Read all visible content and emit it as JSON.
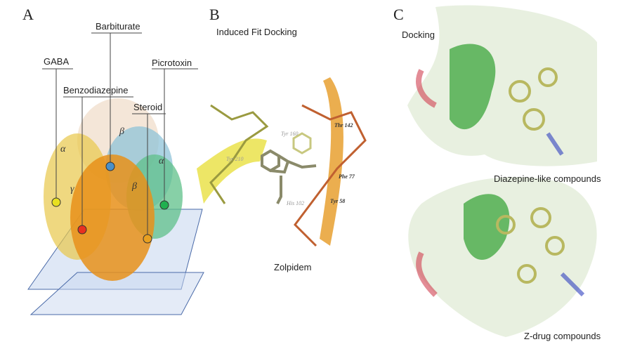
{
  "panels": {
    "a": {
      "letter": "A",
      "sites": [
        "Barbiturate",
        "GABA",
        "Picrotoxin",
        "Benzodiazepine",
        "Steroid"
      ],
      "subunits": [
        "α",
        "β",
        "γ",
        "β",
        "α"
      ]
    },
    "b": {
      "letter": "B",
      "title": "Induced Fit Docking",
      "caption": "Zolpidem",
      "residues": [
        "Tyr 160",
        "Tyr 210",
        "His 102",
        "Thr 142",
        "Phe 77",
        "Tyr 58"
      ]
    },
    "c": {
      "letter": "C",
      "title": "Docking",
      "top_caption": "Diazepine-like compounds",
      "bottom_caption": "Z-drug compounds"
    }
  },
  "colors": {
    "alpha": "#e8c84a",
    "gamma": "#e8901a",
    "beta_blue": "#8fc3d8",
    "beta_green": "#5fc08a",
    "membrane": "#b8cbe8"
  }
}
